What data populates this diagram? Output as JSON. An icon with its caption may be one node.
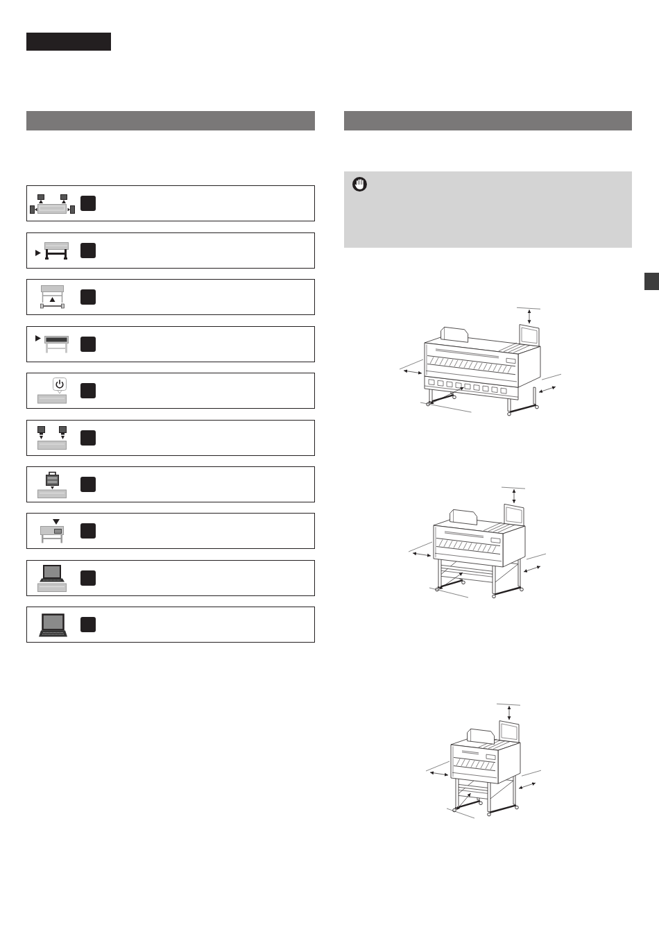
{
  "diagram": {
    "nodes": [
      {
        "text": [],
        "shape": "bar"
      },
      {
        "text": [],
        "shape": "bar"
      },
      {
        "text": [],
        "shape": "box"
      },
      {
        "text": [],
        "shape": "square",
        "in": 2
      },
      {
        "text": [],
        "shape": "box"
      },
      {
        "text": [],
        "shape": "square",
        "in": 4
      },
      {
        "text": [],
        "shape": "box"
      },
      {
        "text": [],
        "shape": "square",
        "in": 6
      },
      {
        "text": [],
        "shape": "box"
      },
      {
        "text": [],
        "shape": "square",
        "in": 8
      },
      {
        "text": [],
        "shape": "box"
      },
      {
        "text": [],
        "shape": "square",
        "in": 10
      },
      {
        "text": [],
        "shape": "box"
      },
      {
        "text": [],
        "shape": "square",
        "in": 12
      },
      {
        "text": [],
        "shape": "box"
      },
      {
        "text": [],
        "shape": "square",
        "in": 14
      },
      {
        "text": [],
        "shape": "box"
      },
      {
        "text": [],
        "shape": "square",
        "in": 16
      },
      {
        "text": [],
        "shape": "box"
      },
      {
        "text": [],
        "shape": "square",
        "in": 18
      },
      {
        "text": [],
        "shape": "box"
      },
      {
        "text": [],
        "shape": "square",
        "in": 20
      },
      {
        "text": [],
        "shape": "bar"
      },
      {
        "text": [],
        "shape": "bar"
      },
      {
        "text": [],
        "shape": "bar"
      }
    ]
  }
}
